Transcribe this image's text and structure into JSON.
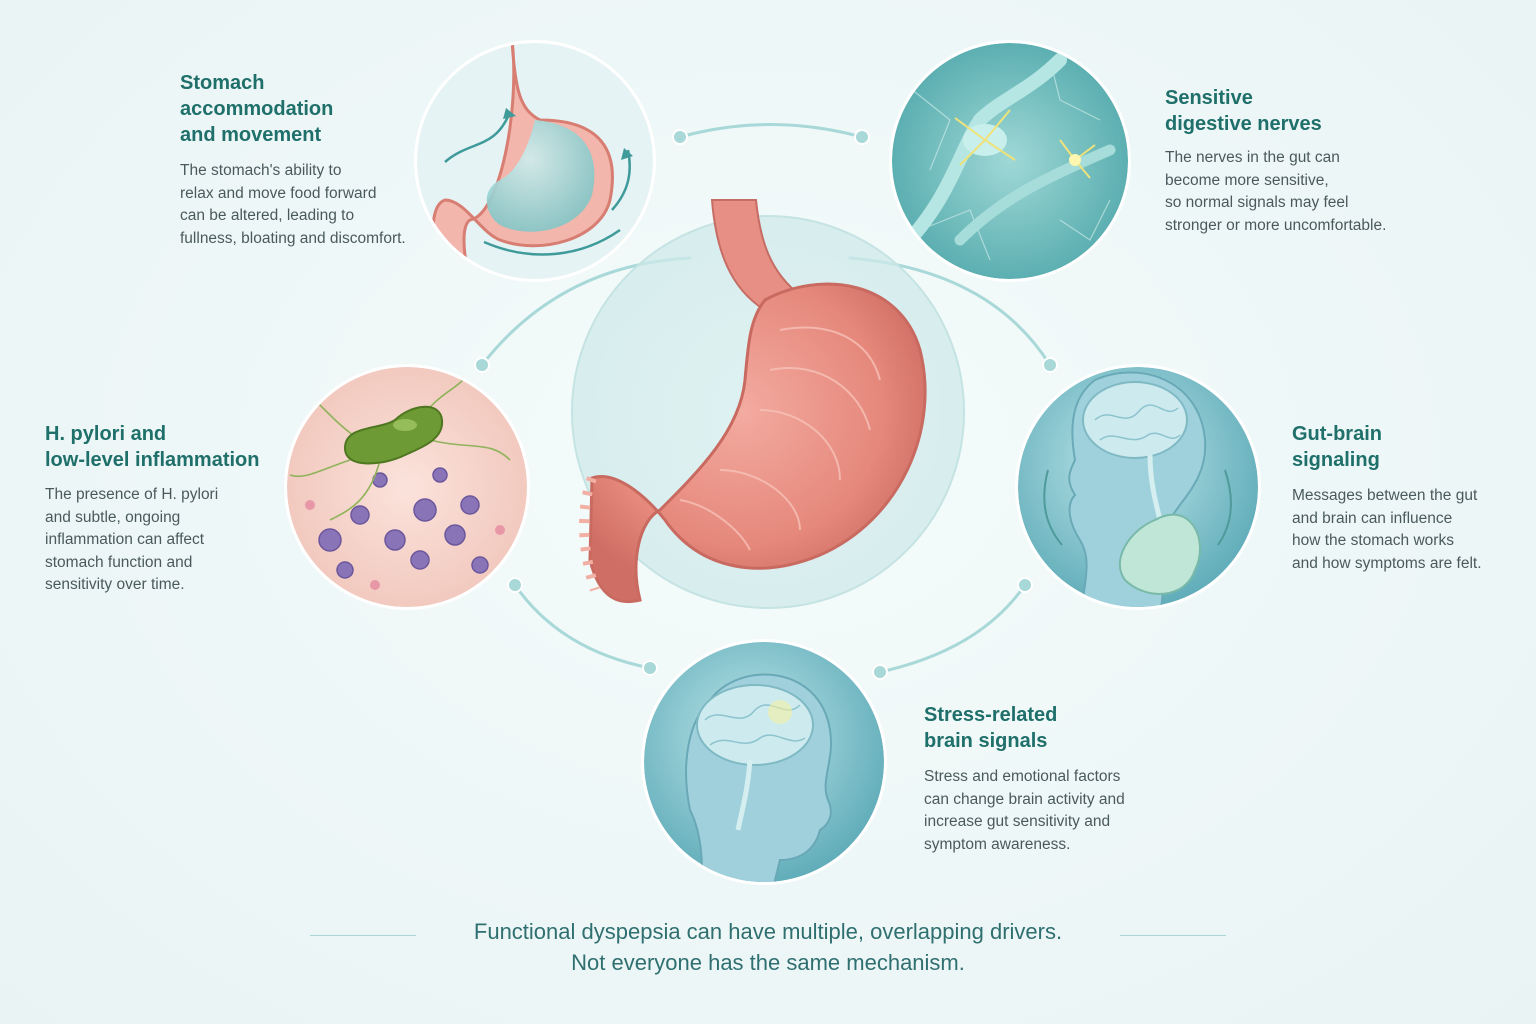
{
  "center": {
    "icon": "stomach-illustration"
  },
  "nodes": [
    {
      "key": "stomach-accommodation",
      "icon": "stomach-motility-icon",
      "title_lines": [
        "Stomach",
        "accommodation",
        "and movement"
      ],
      "desc_lines": [
        "The stomach's ability to",
        "relax and move food forward",
        "can be altered, leading to",
        "fullness, bloating and discomfort."
      ]
    },
    {
      "key": "sensitive-nerves",
      "icon": "nerve-cells-icon",
      "title_lines": [
        "Sensitive",
        "digestive nerves"
      ],
      "desc_lines": [
        "The nerves in the gut can",
        "become more sensitive,",
        "so normal signals may feel",
        "stronger or more uncomfortable."
      ]
    },
    {
      "key": "h-pylori",
      "icon": "bacteria-icon",
      "title_lines": [
        "H. pylori and",
        "low-level inflammation"
      ],
      "desc_lines": [
        "The presence of H. pylori",
        "and subtle, ongoing",
        "inflammation can affect",
        "stomach function and",
        "sensitivity over time."
      ]
    },
    {
      "key": "gut-brain",
      "icon": "gut-brain-icon",
      "title_lines": [
        "Gut-brain",
        "signaling"
      ],
      "desc_lines": [
        "Messages between the gut",
        "and brain can influence",
        "how the stomach works",
        "and how symptoms are felt."
      ]
    },
    {
      "key": "stress-brain",
      "icon": "brain-head-icon",
      "title_lines": [
        "Stress-related",
        "brain signals"
      ],
      "desc_lines": [
        "Stress and emotional factors",
        "can change brain activity and",
        "increase gut sensitivity and",
        "symptom awareness."
      ]
    }
  ],
  "footer": {
    "line1": "Functional dyspepsia can have multiple, overlapping drivers.",
    "line2": "Not everyone has the same mechanism."
  },
  "colors": {
    "heading": "#1f6f6a",
    "body": "#4a5a5c",
    "accent": "#5bb3b0",
    "stomach": "#e98b80"
  }
}
